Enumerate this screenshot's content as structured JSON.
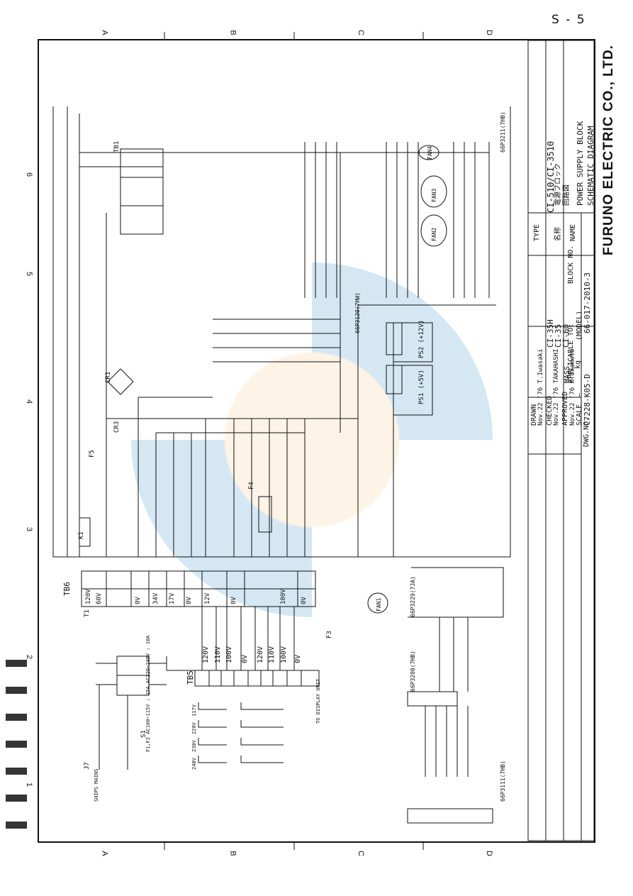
{
  "page_number": "S - 5",
  "border": {
    "column_marks": [
      "A",
      "B",
      "C",
      "D"
    ],
    "row_marks": [
      "1",
      "2",
      "3",
      "4",
      "5",
      "6"
    ]
  },
  "title_block": {
    "type_label": "TYPE",
    "type_value": "CI-510/CI-3510",
    "name_jp_label": "名称",
    "name_jp_value": "電源ブロック",
    "diagram_jp": "回路図",
    "name_label": "NAME",
    "name_value": "POWER SUPPLY BLOCK",
    "diagram_en": "SCHEMATIC DIAGRAM",
    "drawn_label": "DRAWN",
    "drawn_value": "Nov.22 '76 T.Iwasaki",
    "checked_label": "CHECKED",
    "checked_value": "Nov.22 '76 TAKAHASHI",
    "approved_label": "APPROVED",
    "approved_value": "Nov.22 '76 K.Okamoto",
    "scale_label": "SCALE",
    "scale_value": "—",
    "mass_label": "MASS",
    "mass_value": "kg",
    "applicable_label": "APPLICABLE TO:",
    "applicable_values": [
      "CI-35H",
      "CI-35",
      "CI-60"
    ],
    "model_label": "(MODEL)",
    "block_no_label": "BLOCK NO.",
    "dwg_no_label": "DWG.NO.",
    "dwg_no_value": "C7228-K05-D",
    "doc_no_value": "66-017-2010-3",
    "company": "FURUNO ELECTRIC CO., LTD."
  },
  "components": {
    "tb6": "TB6",
    "tb5": "TB5",
    "t1": "T1",
    "s1": "S1",
    "j7": "J7",
    "ships_mains": "SHIPS MAINS",
    "fuse_note": "F1,F2 AC100~115V : 15A  AC220~240V : 10A",
    "fan1": "FAN1",
    "fan2": "FAN2",
    "fan3": "FAN3",
    "fan4": "FAN4",
    "ps1": "PS1 (+5V)",
    "ps2": "PS2 (+12V)",
    "cr1": "CR1",
    "cr3": "CR3",
    "f3": "F3",
    "f4": "F4",
    "f5": "F5",
    "k1": "K1",
    "tb1": "TB1",
    "cable_1": "66P3211(7HB)",
    "cable_2": "66P3120(7HW)",
    "cable_3": "66P3229(7JA)",
    "cable_4": "66P3111(7HB)",
    "cable_5": "66P3200(7HB)",
    "to_display": "TO DISPLAY UNIT",
    "tb6_taps": [
      "120V",
      "60V",
      "0V",
      "34V",
      "17V",
      "0V",
      "12V",
      "0V",
      "100V",
      "0V"
    ],
    "tb5_taps": [
      "120V",
      "110V",
      "100V",
      "0V",
      "120V",
      "110V",
      "100V",
      "0V"
    ],
    "voltages_left": [
      "117V",
      "220V",
      "230V",
      "240V"
    ]
  }
}
